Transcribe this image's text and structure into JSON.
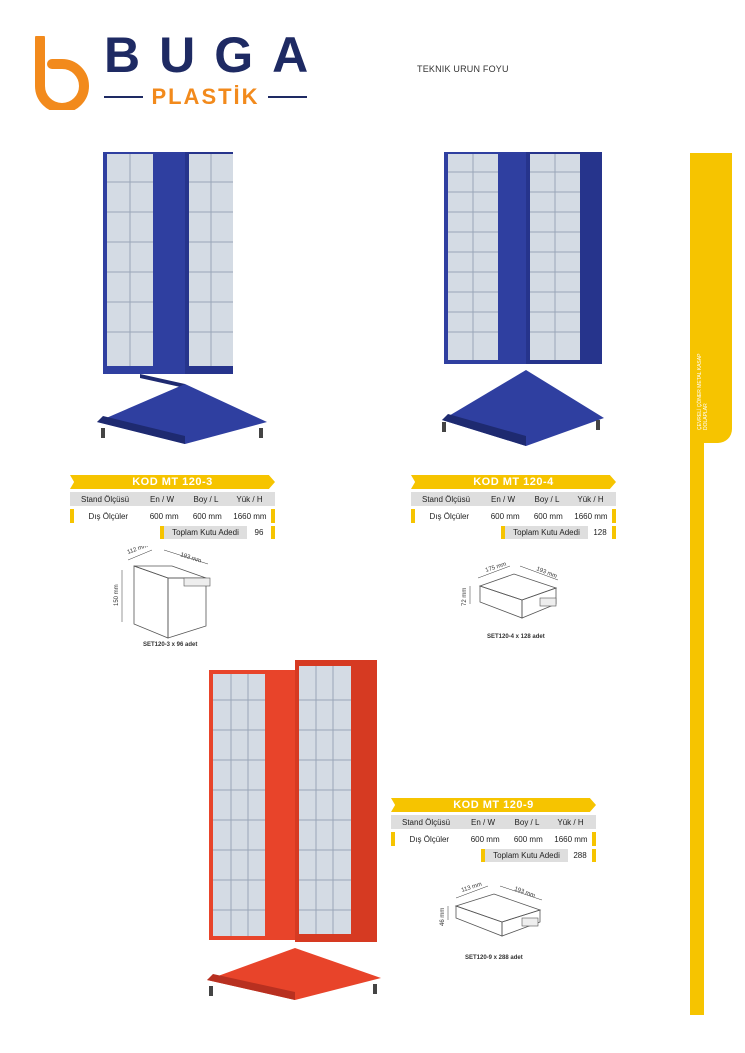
{
  "header": {
    "brand_main": "BUGA",
    "brand_sub": "PLASTİK",
    "doc_title": "TEKNIK URUN FOYU"
  },
  "side_tab": {
    "label": "ÇEVRELİ ÇÖNER METAL KASAP DOLAPLAR"
  },
  "colors": {
    "yellow": "#f6c400",
    "navy": "#1e2a63",
    "orange": "#f28a1c",
    "blue_cabinet": "#2f3fa0",
    "red_cabinet": "#e8442a"
  },
  "products": [
    {
      "code": "KOD MT 120-3",
      "head": [
        "Stand Ölçüsü",
        "En / W",
        "Boy / L",
        "Yük / H"
      ],
      "vals": [
        "Dış Ölçüler",
        "600 mm",
        "600 mm",
        "1660 mm"
      ],
      "total_label": "Toplam Kutu Adedi",
      "total_value": "96",
      "box": {
        "dim_a": "112 mm",
        "dim_b": "193 mm",
        "dim_h": "150 mm",
        "caption": "SET120-3 x 96 adet"
      }
    },
    {
      "code": "KOD MT 120-4",
      "head": [
        "Stand Ölçüsü",
        "En / W",
        "Boy / L",
        "Yük / H"
      ],
      "vals": [
        "Dış Ölçüler",
        "600 mm",
        "600 mm",
        "1660 mm"
      ],
      "total_label": "Toplam Kutu Adedi",
      "total_value": "128",
      "box": {
        "dim_a": "175 mm",
        "dim_b": "193 mm",
        "dim_h": "72 mm",
        "caption": "SET120-4 x 128 adet"
      }
    },
    {
      "code": "KOD MT 120-9",
      "head": [
        "Stand Ölçüsü",
        "En / W",
        "Boy / L",
        "Yük / H"
      ],
      "vals": [
        "Dış Ölçüler",
        "600 mm",
        "600 mm",
        "1660 mm"
      ],
      "total_label": "Toplam Kutu Adedi",
      "total_value": "288",
      "box": {
        "dim_a": "113 mm",
        "dim_b": "193 mm",
        "dim_h": "46 mm",
        "caption": "SET120-9 x 288 adet"
      }
    }
  ]
}
